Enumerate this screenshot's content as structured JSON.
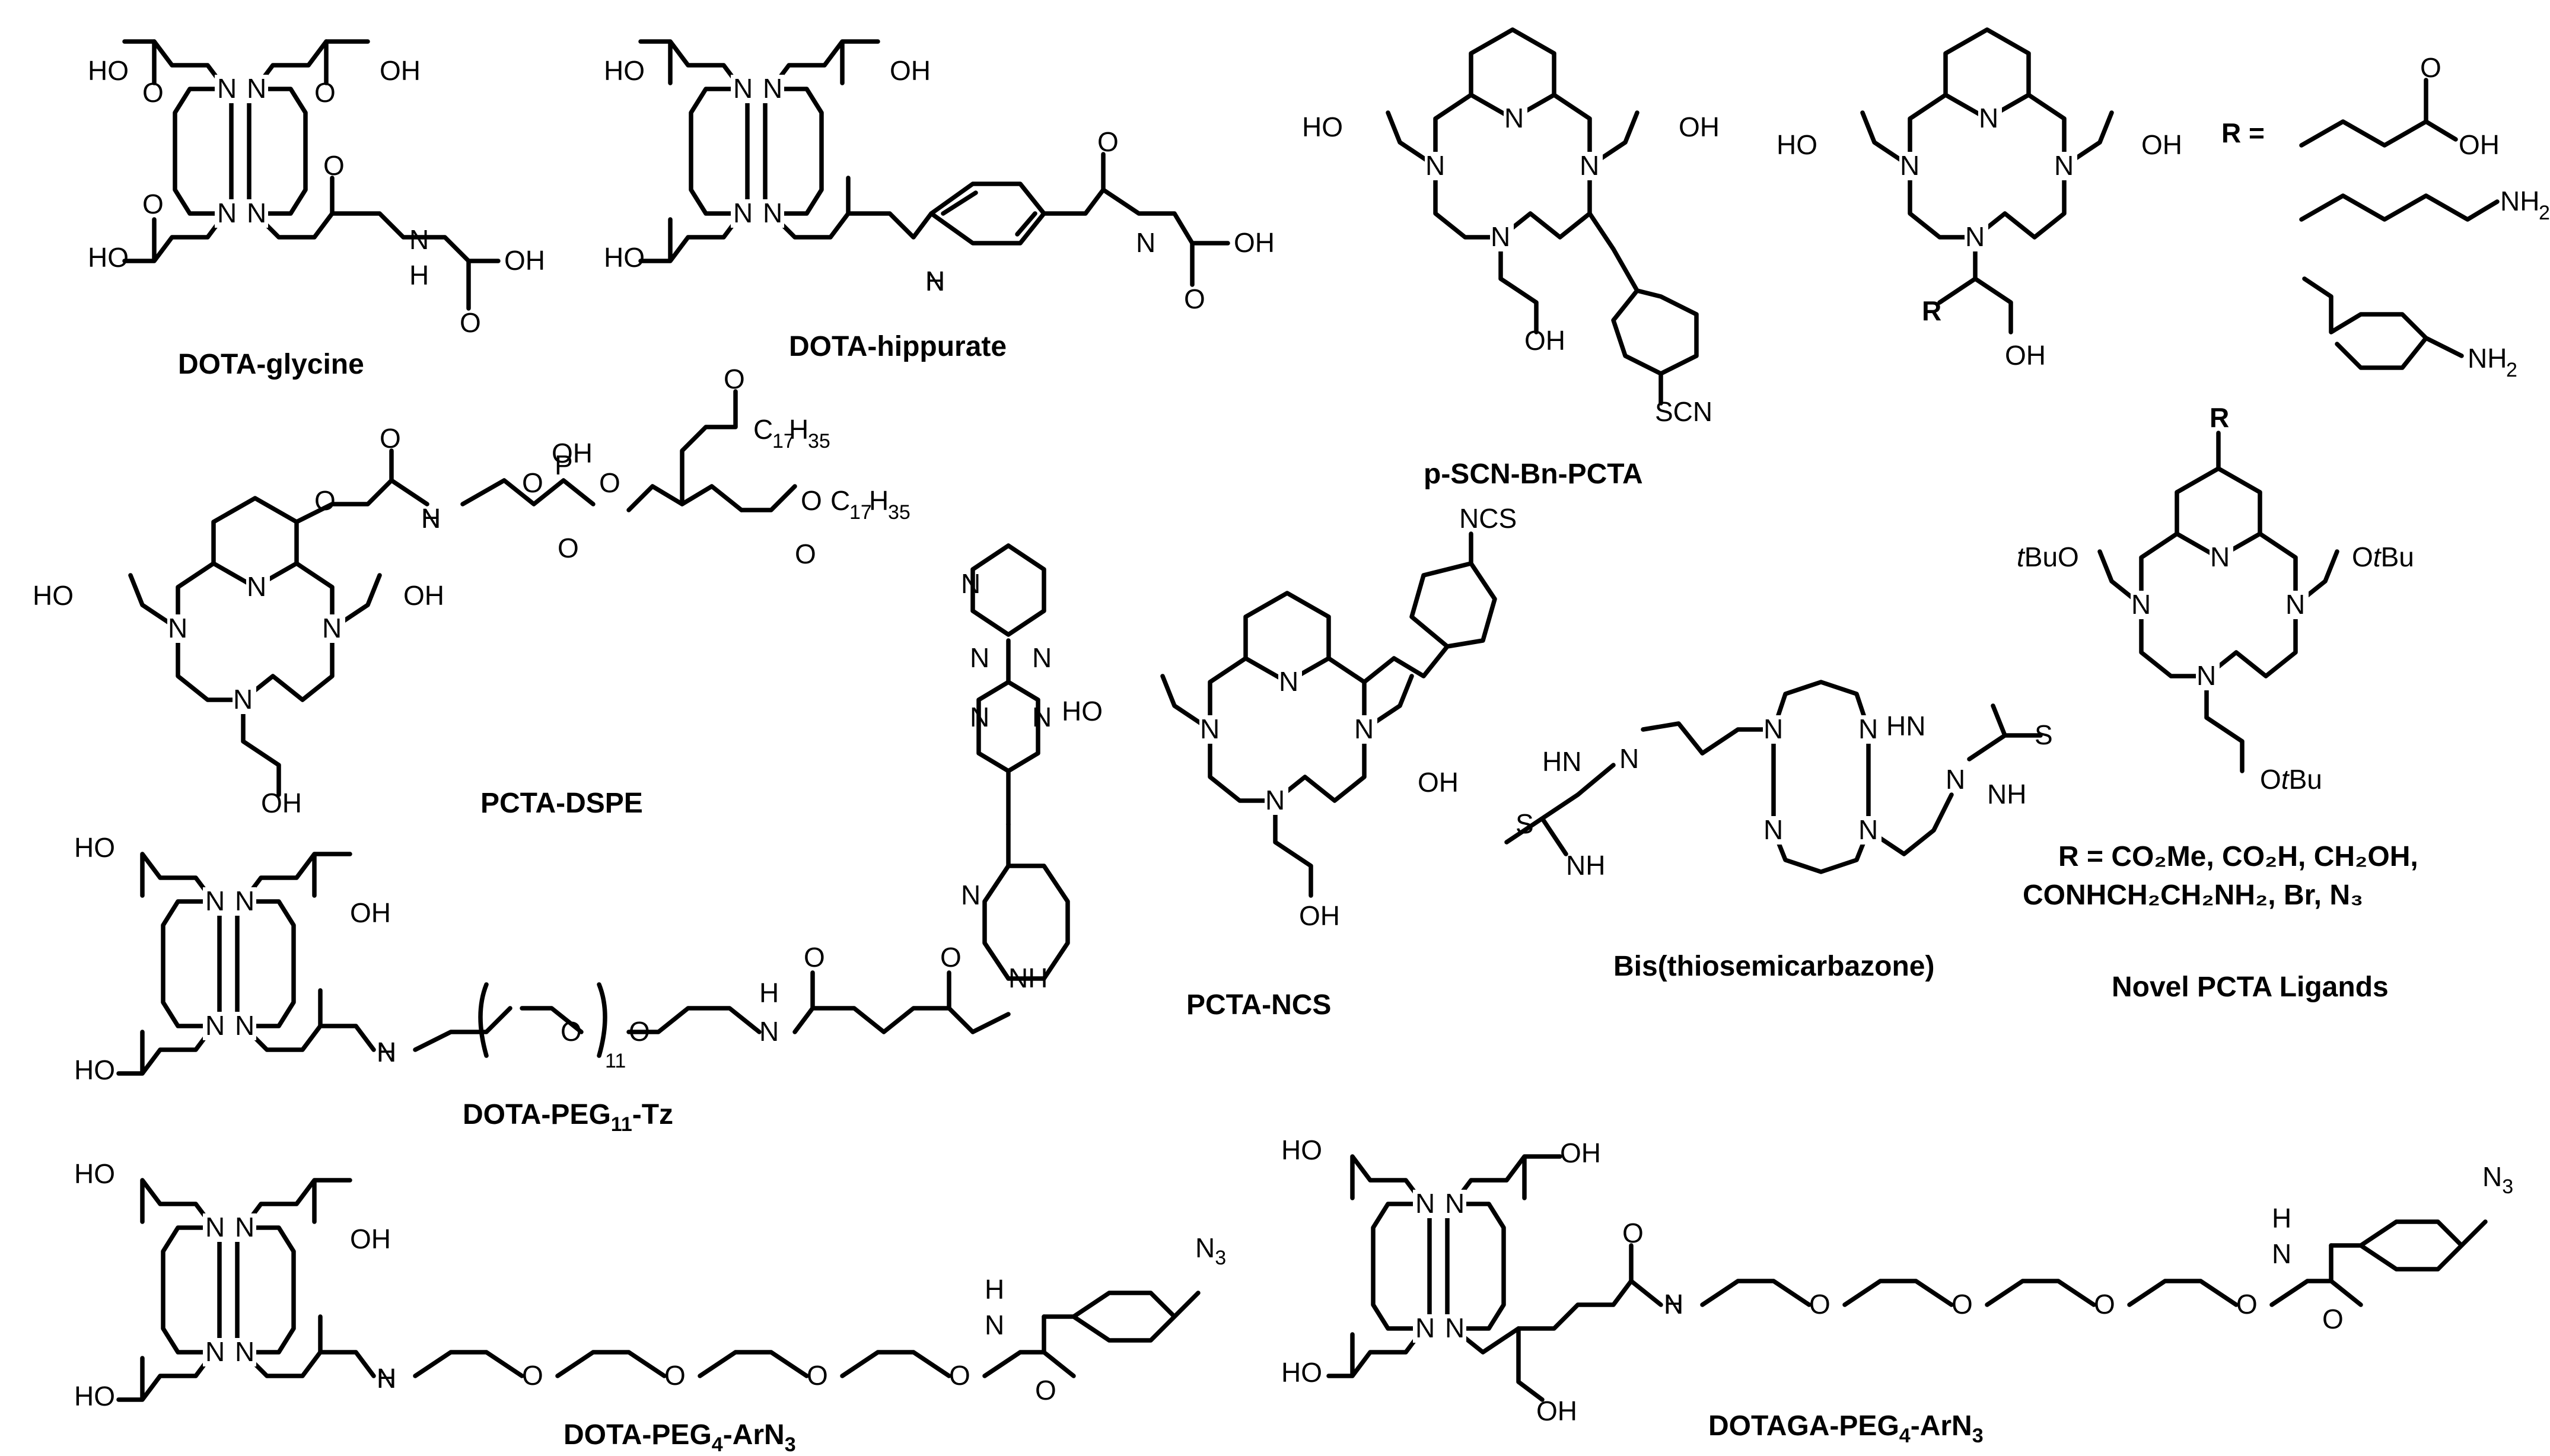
{
  "atoms": {
    "N": "N",
    "O": "O",
    "H": "H",
    "OH": "OH",
    "HO": "HO",
    "P": "P",
    "S": "S",
    "SCN": "SCN",
    "NCS": "NCS",
    "NH2": "NH",
    "two": "2",
    "HN": "HN",
    "NH": "NH",
    "N3": "N",
    "three": "3",
    "C17H35": "C",
    "seventeen": "17",
    "thirtyfive": "35",
    "OtBu_O": "O",
    "OtBu_t": "t",
    "OtBu_Bu": "Bu",
    "tBuO_t": "t",
    "tBuO_Bu": "BuO",
    "R": "R",
    "R_eq": "R =",
    "eleven": "11",
    "tilde": "~"
  },
  "captions": {
    "dota_glycine": "DOTA-glycine",
    "dota_hippurate": "DOTA-hippurate",
    "pscn_bn_pcta": "p-SCN-Bn-PCTA",
    "pcta_dspe": "PCTA-DSPE",
    "pcta_ncs": "PCTA-NCS",
    "bis_tsc": "Bis(thiosemicarbazone)",
    "novel_r_line1": "R = CO₂Me, CO₂H, CH₂OH,",
    "novel_r_line2": "CONHCH₂CH₂NH₂, Br, N₃",
    "novel_title": "Novel PCTA Ligands",
    "dota_peg11_tz_a": "DOTA-PEG",
    "dota_peg11_tz_sub": "11",
    "dota_peg11_tz_b": "-Tz",
    "dota_peg4_arn3_a": "DOTA-PEG",
    "dota_peg4_arn3_sub1": "4",
    "dota_peg4_arn3_b": "-ArN",
    "dota_peg4_arn3_sub2": "3",
    "dotaga_a": "DOTAGA-PEG",
    "dotaga_sub1": "4",
    "dotaga_b": "-ArN",
    "dotaga_sub2": "3"
  }
}
